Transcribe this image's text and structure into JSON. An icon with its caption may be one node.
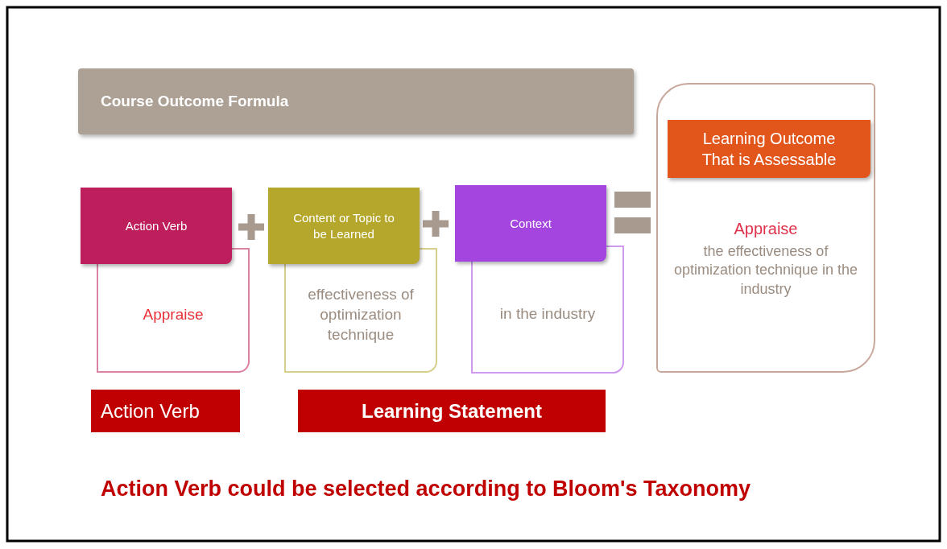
{
  "diagram": {
    "nodes": [
      {
        "text": [
          "Course Outcome Formula"
        ]
      },
      {
        "text": [
          "Action Verb",
          "Appraise"
        ]
      },
      {
        "text": [
          "Content or Topic to be Learned",
          "effectiveness of optimization technique"
        ]
      },
      {
        "text": [
          "Context",
          "in the industry"
        ]
      },
      {
        "text": [
          "Learning Outcome That is Assessable",
          "Appraise",
          "the effectiveness of optimization technique in the industry"
        ]
      },
      {
        "text": [
          "Action Verb"
        ]
      },
      {
        "text": [
          "Learning Statement"
        ]
      }
    ],
    "labels": [
      "Action Verb could be selected according to Bloom's Taxonomy"
    ]
  }
}
